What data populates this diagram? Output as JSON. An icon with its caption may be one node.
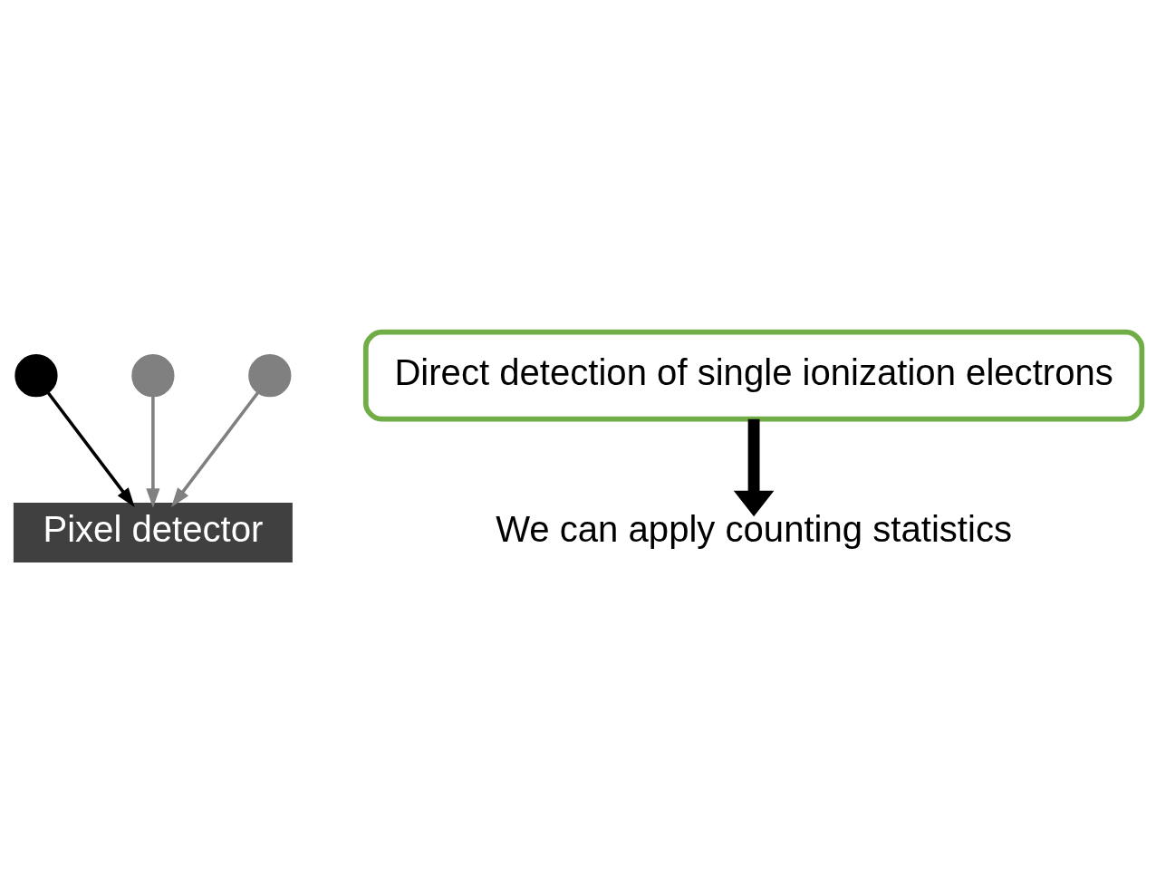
{
  "diagram": {
    "nodes": [
      {
        "text": [],
        "shape": "circle"
      },
      {
        "text": [
          "Direct detection of single ionization electrons"
        ]
      },
      {
        "text": [
          "We can apply counting statistics"
        ]
      },
      {
        "text": [],
        "shape": "circle"
      },
      {
        "text": [],
        "shape": "circle"
      },
      {
        "text": [
          "Pixel detector"
        ]
      }
    ],
    "edges": [
      {
        "from": 0,
        "to": 5,
        "arrow": "to"
      },
      {
        "from": 1,
        "to": 2,
        "arrow": "to",
        "style": "thick"
      },
      {
        "from": 3,
        "to": 5,
        "arrow": "to",
        "color": "#808080"
      },
      {
        "from": 4,
        "to": 5,
        "arrow": "to",
        "color": "#808080"
      }
    ]
  }
}
